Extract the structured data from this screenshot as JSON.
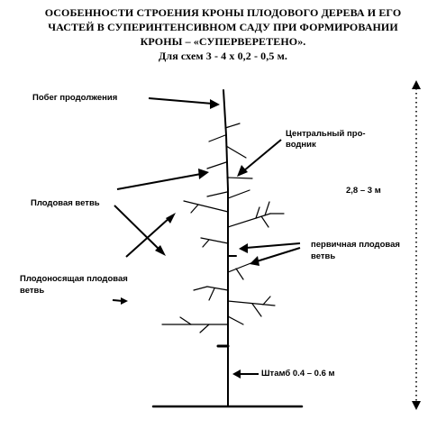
{
  "title": {
    "line1": "ОСОБЕННОСТИ СТРОЕНИЯ КРОНЫ ПЛОДОВОГО ДЕРЕВА И ЕГО",
    "line2": "ЧАСТЕЙ  В СУПЕРИНТЕНСИВНОМ САДУ ПРИ  ФОРМИРОВАНИИ",
    "line3": "КРОНЫ – «СУПЕРВЕРЕТЕНО».",
    "line4": "Для схем 3 - 4 х 0,2 - 0,5 м."
  },
  "labels": {
    "continuation_shoot": "Побег продолжения",
    "central_leader_1": "Центральный про-",
    "central_leader_2": "водник",
    "fruit_branch": "Плодовая ветвь",
    "fruiting_branch_1": "Плодоносящая плодовая",
    "fruiting_branch_2": "ветвь",
    "primary_fruit_branch_1": "первичная плодовая",
    "primary_fruit_branch_2": "ветвь",
    "trunk": "Штамб 0.4 – 0.6 м",
    "height": "2,8 – 3 м"
  }
}
